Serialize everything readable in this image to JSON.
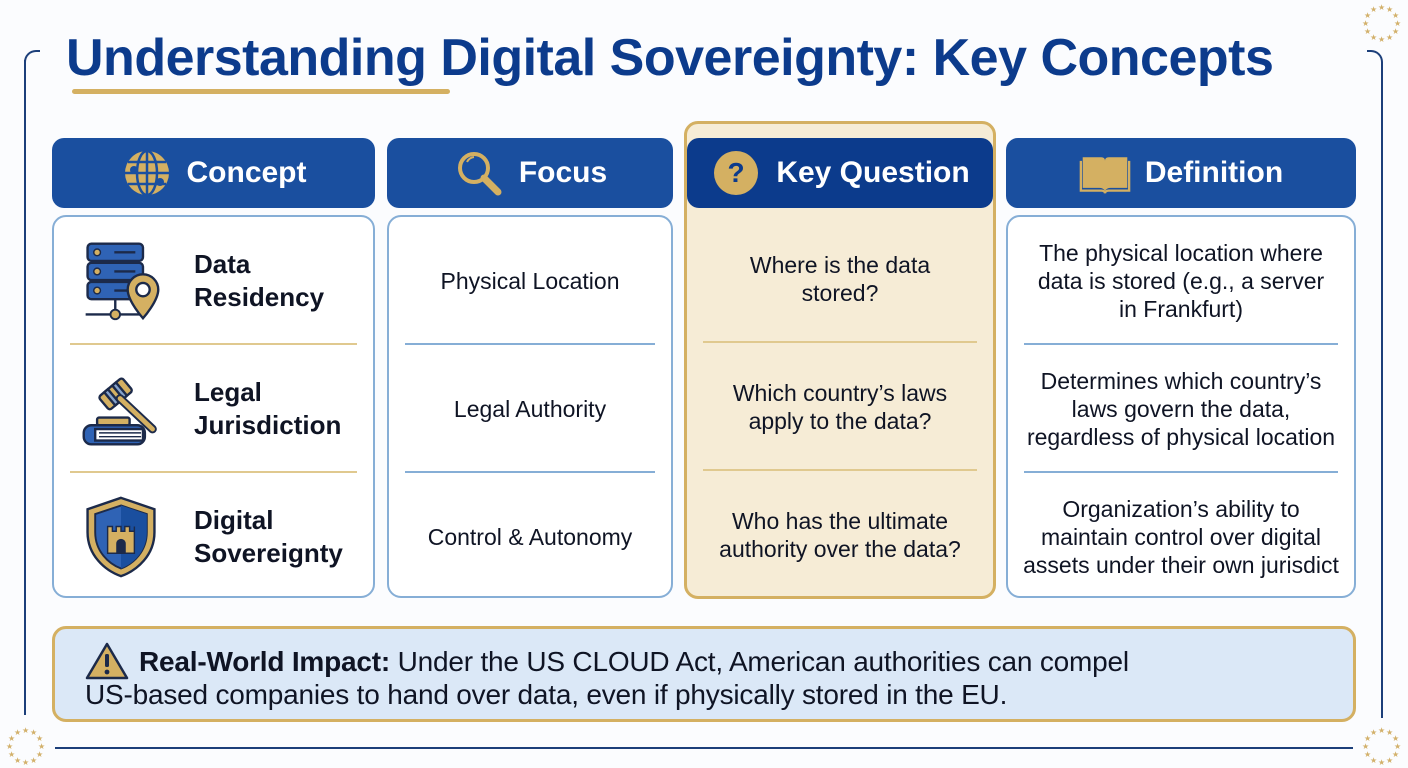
{
  "title": "Understanding Digital Sovereignty: Key Concepts",
  "colors": {
    "navy": "#0c3b8c",
    "header_blue": "#1a4f9f",
    "gold": "#d4b062",
    "highlight_bg": "#f6ecd6",
    "cell_border": "#86aed6",
    "impact_bg": "#dbe8f7"
  },
  "columns": [
    {
      "key": "concept",
      "label": "Concept",
      "icon": "globe-icon"
    },
    {
      "key": "focus",
      "label": "Focus",
      "icon": "magnifier-icon"
    },
    {
      "key": "question",
      "label": "Key Question",
      "icon": "question-circle-icon",
      "highlighted": true
    },
    {
      "key": "definition",
      "label": "Definition",
      "icon": "open-book-icon"
    }
  ],
  "rows": [
    {
      "concept": "Data Residency",
      "concept_line1": "Data",
      "concept_line2": "Residency",
      "concept_icon": "server-location-icon",
      "focus": "Physical Location",
      "question_line1": "Where is the data",
      "question_line2": "stored?",
      "definition_line1": "The physical location where",
      "definition_line2": "data is stored (e.g., a server",
      "definition_line3": "in Frankfurt)"
    },
    {
      "concept": "Legal Jurisdiction",
      "concept_line1": "Legal",
      "concept_line2": "Jurisdiction",
      "concept_icon": "gavel-book-icon",
      "focus": "Legal Authority",
      "question_line1": "Which country’s laws",
      "question_line2": "apply to the data?",
      "definition_line1": "Determines which country’s",
      "definition_line2": "laws govern the data,",
      "definition_line3": "regardless of physical location"
    },
    {
      "concept": "Digital Sovereignty",
      "concept_line1": "Digital",
      "concept_line2": "Sovereignty",
      "concept_icon": "shield-castle-icon",
      "focus": "Control & Autonomy",
      "question_line1": "Who has the ultimate",
      "question_line2": "authority over the data?",
      "definition_line1": "Organization’s ability to",
      "definition_line2": "maintain control over digital",
      "definition_line3": "assets under their own jurisdict"
    }
  ],
  "impact": {
    "icon": "warning-icon",
    "label": "Real-World Impact:",
    "text_line1": " Under the US CLOUD Act, American authorities can compel",
    "text_line2": "US-based companies to hand over data, even if physically stored in the EU."
  }
}
